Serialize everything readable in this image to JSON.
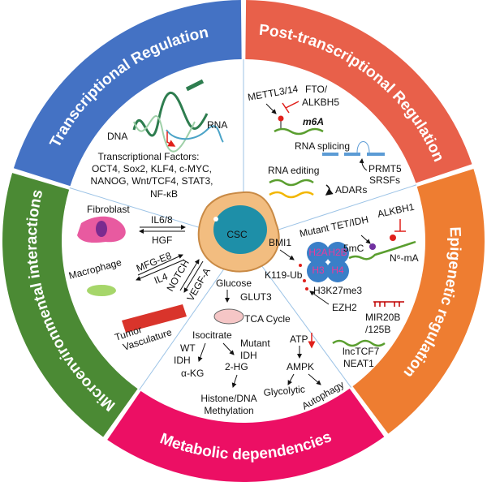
{
  "colors": {
    "transcriptional": "#4472c4",
    "post_transcriptional": "#e8604a",
    "epigenetic": "#ee7d31",
    "metabolic": "#ec0f64",
    "microenvironmental": "#4b8a34",
    "divider": "#9cc3e6"
  },
  "center": {
    "label": "CSC"
  },
  "segments": {
    "transcriptional": "Transcriptional Regulation",
    "post_transcriptional": "Post-transcriptional Regulation",
    "epigenetic": "Epigenetic regulation",
    "metabolic": "Metabolic dependencies",
    "microenvironmental": "Microenvironmental interactions"
  },
  "transcriptional": {
    "dna": "DNA",
    "rna": "RNA",
    "factors": [
      "Transcriptional Factors:",
      "OCT4,  Sox2, KLF4, c-MYC,",
      "NANOG, Wnt/TCF4, STAT3,",
      "NF-κB"
    ]
  },
  "post_transcriptional": {
    "mettl": "METTL3/14",
    "fto": "FTO/",
    "alkbh5": "ALKBH5",
    "m6a": "m6A",
    "splicing": "RNA splicing",
    "prmt5": "PRMT5",
    "srsfs": "SRSFs",
    "editing": "RNA editing",
    "adars": "ADARs"
  },
  "epigenetic": {
    "mutant_tet": "Mutant TET/IDH",
    "alkbh1": "ALKBH1",
    "bmi1": "BMI1",
    "5mc": "5mC",
    "n6ma": "N⁶-mA",
    "k119": "K119-Ub",
    "h3k27": "H3K27me3",
    "ezh2": "EZH2",
    "mir": "MIR20B",
    "mir2": "/125B",
    "lnc": "lncTCF7",
    "neat1": "NEAT1",
    "histones": [
      "H2A",
      "H2B",
      "H3",
      "H4"
    ]
  },
  "metabolic": {
    "glucose": "Glucose",
    "glut3": "GLUT3",
    "tca": "TCA Cycle",
    "isocitrate": "Isocitrate",
    "wt": "WT",
    "idh": "IDH",
    "akg": "α-KG",
    "mutant": "Mutant",
    "idh2": "IDH",
    "hg": "2-HG",
    "histone": "Histone/DNA",
    "methylation": "Methylation",
    "atp": "ATP",
    "ampk": "AMPK",
    "glycolytic": "Glycolytic",
    "autophagy": "Autophagy"
  },
  "microenvironmental": {
    "fibroblast": "Fibroblast",
    "il68": "IL6/8",
    "hgf": "HGF",
    "macrophage": "Macrophage",
    "mfg": "MFG-E8",
    "il4": "IL4",
    "notch": "NOTCH",
    "vegf": "VEGF-A",
    "tumor": "Tumor",
    "vasculature": "Vasculature"
  }
}
